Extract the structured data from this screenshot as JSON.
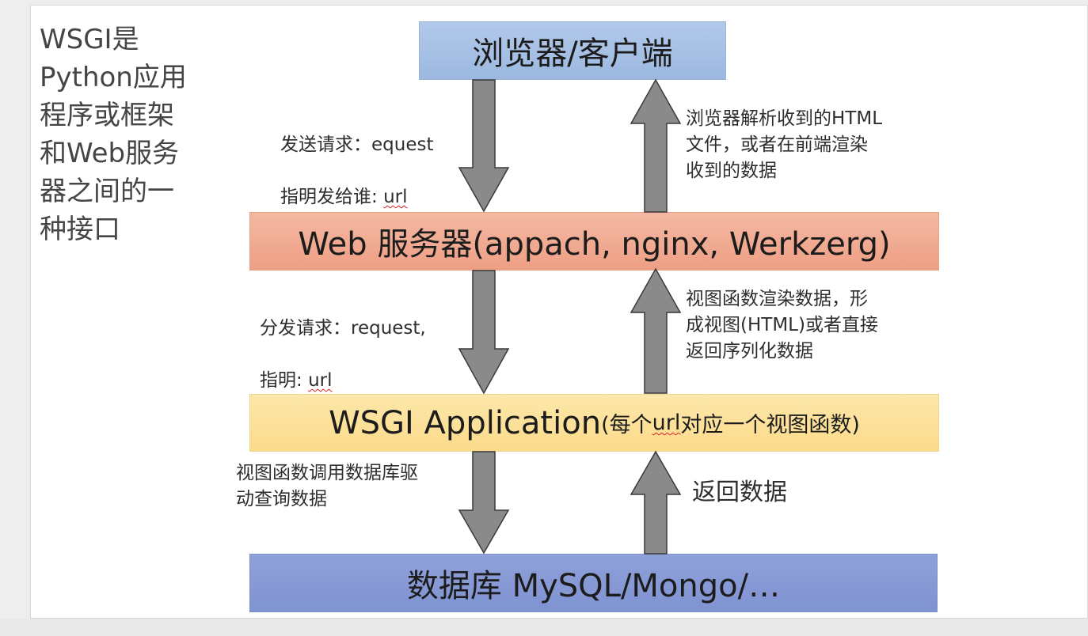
{
  "side_text": "WSGI是\nPython应用\n程序或框架\n和Web服务\n器之间的一\n种接口",
  "boxes": {
    "browser": "浏览器/客户端",
    "web_server": "Web 服务器(appach, nginx, Werkzerg)",
    "wsgi_main": "WSGI Application",
    "wsgi_sub_pre": "(每个",
    "wsgi_sub_url": "url",
    "wsgi_sub_post": "对应一个视图函数)",
    "database": "数据库 MySQL/Mongo/…"
  },
  "notes": {
    "send_request_1_pre": "发送请求：",
    "send_request_1_word": "equest",
    "send_request_2_pre": "指明发给谁: ",
    "send_request_2_word": "url",
    "browser_parse": "浏览器解析收到的HTML\n文件，或者在前端渲染\n收到的数据",
    "dispatch_request_1": "分发请求：request,",
    "dispatch_request_2_pre": "指明: ",
    "dispatch_request_2_word": "url",
    "view_render": "视图函数渲染数据，形\n成视图(HTML)或者直接\n返回序列化数据",
    "view_query": "视图函数调用数据库驱\n动查询数据",
    "return_data": "返回数据"
  },
  "colors": {
    "browser_box": "#a8c2e6",
    "web_server_box": "#f1ab93",
    "wsgi_box": "#fce19a",
    "database_box": "#8799d5",
    "arrow_fill": "#8a8a8a",
    "underline": "#dd2222"
  }
}
